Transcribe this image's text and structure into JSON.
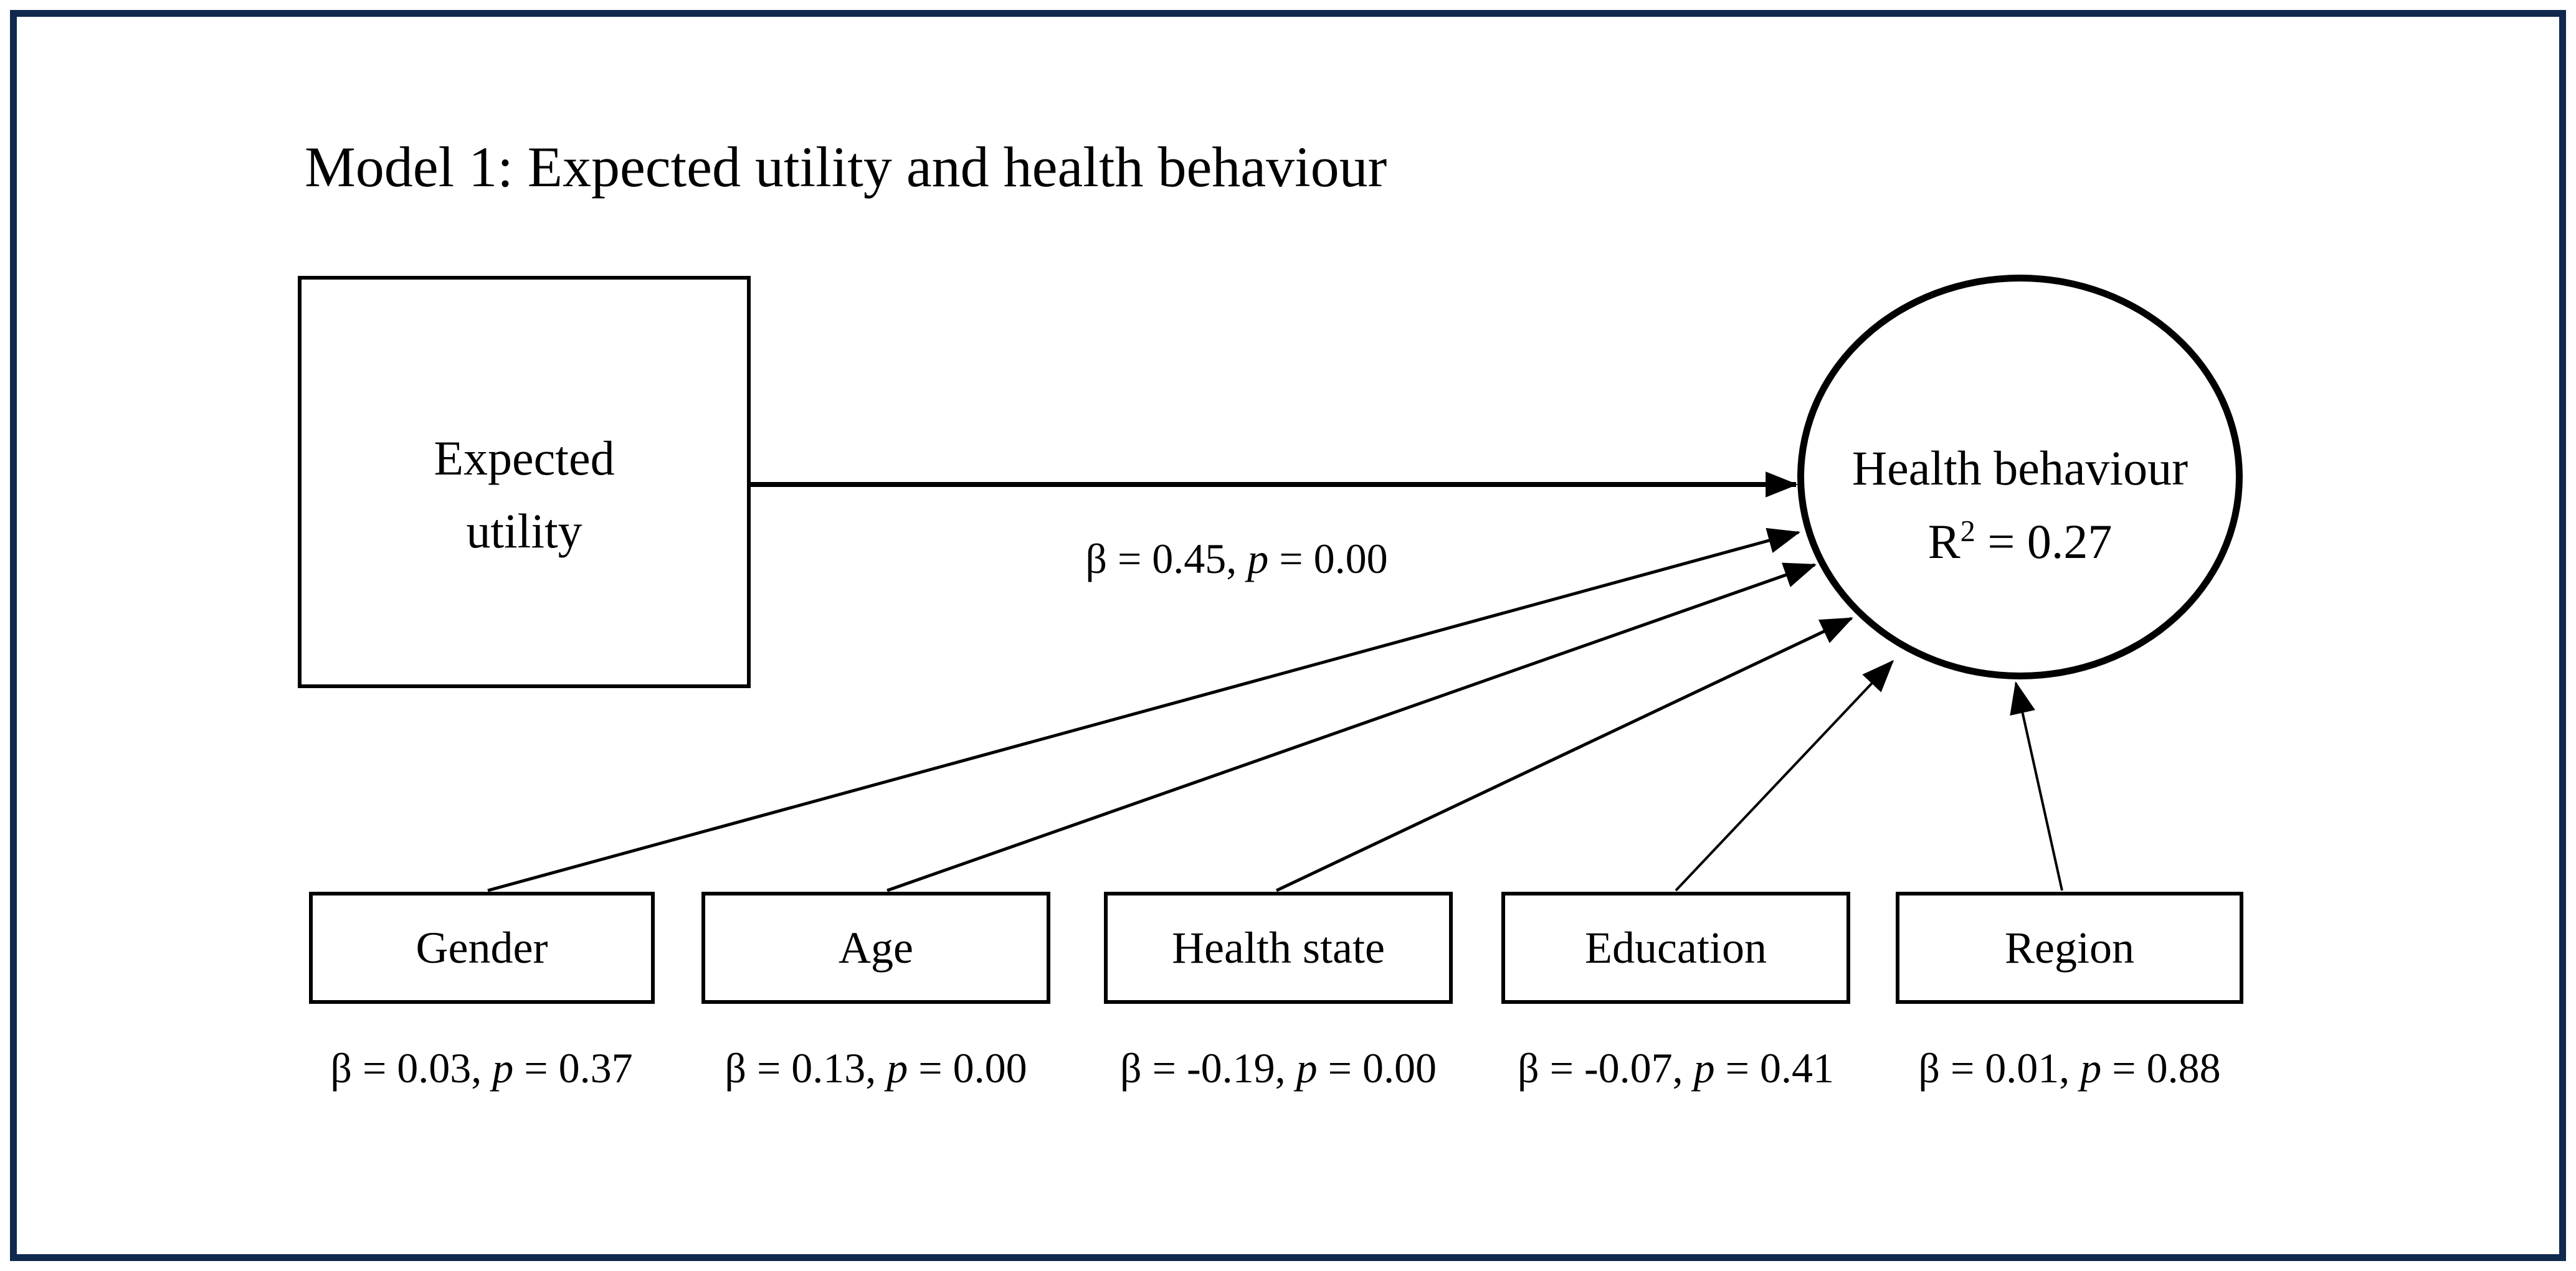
{
  "title": "Model 1: Expected utility and health behaviour",
  "colors": {
    "frame_border": "#10294d",
    "ink": "#000000",
    "background": "#ffffff"
  },
  "nodes": {
    "predictor": {
      "line1": "Expected",
      "line2": "utility"
    },
    "outcome": {
      "label": "Health behaviour",
      "r2_base": "R",
      "r2_sup": "2",
      "r2_rest": " = 0.27"
    }
  },
  "main_path": {
    "beta_prefix": "β = 0.45, ",
    "p_symbol": "p",
    "p_rest": " = 0.00"
  },
  "covariates": [
    {
      "name": "Gender",
      "beta_prefix": "β = 0.03, ",
      "p_symbol": "p",
      "p_rest": " = 0.37"
    },
    {
      "name": "Age",
      "beta_prefix": "β = 0.13, ",
      "p_symbol": "p",
      "p_rest": " = 0.00"
    },
    {
      "name": "Health state",
      "beta_prefix": "β = -0.19, ",
      "p_symbol": "p",
      "p_rest": " = 0.00"
    },
    {
      "name": "Education",
      "beta_prefix": "β = -0.07, ",
      "p_symbol": "p",
      "p_rest": " = 0.41"
    },
    {
      "name": "Region",
      "beta_prefix": "β = 0.01, ",
      "p_symbol": "p",
      "p_rest": " = 0.88"
    }
  ]
}
